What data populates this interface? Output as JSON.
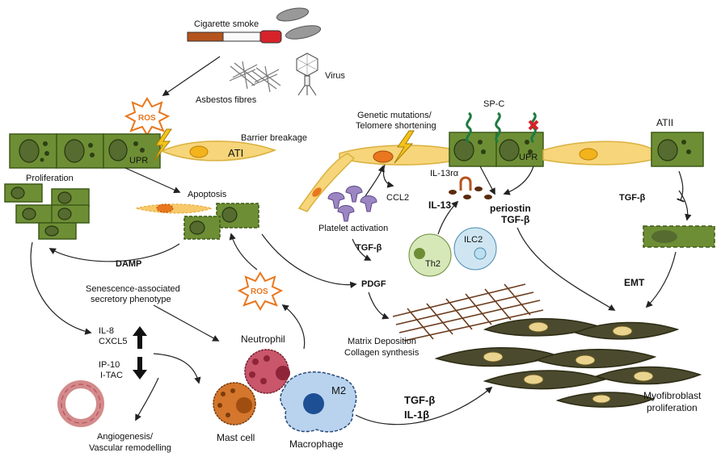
{
  "labels": {
    "cigarette_smoke": "Cigarette  smoke",
    "virus": "Virus",
    "asbestos": "Asbestos fibres",
    "ros_top": "ROS",
    "upr_left": "UPR",
    "barrier_breakage": "Barrier breakage",
    "ati": "ATI",
    "proliferation": "Proliferation",
    "apoptosis": "Apoptosis",
    "damp": "DAMP",
    "sasp_line1": "Senescence-associated",
    "sasp_line2": "secretory phenotype",
    "il8": "IL-8",
    "cxcl5": "CXCL5",
    "ip10": "IP-10",
    "itac": "I-TAC",
    "angio_line1": "Angiogenesis/",
    "angio_line2": "Vascular remodelling",
    "neutrophil": "Neutrophil",
    "ros_mid": "ROS",
    "mast_cell": "Mast cell",
    "macrophage": "Macrophage",
    "m2": "M2",
    "genetic_line1": "Genetic mutations/",
    "genetic_line2": "Telomere shortening",
    "spc": "SP-C",
    "upr_right": "UPR",
    "atii": "ATII",
    "il13ra": "IL-13rα",
    "ccl2": "CCL2",
    "il13": "IL-13",
    "periostin": "periostin",
    "tgfb_periostin": "TGF-β",
    "tgfb_atii": "TGF-β",
    "platelet_activation": "Platelet activation",
    "tgfb_platelet": "TGF-β",
    "th2": "Th2",
    "ilc2": "ILC2",
    "pdgf": "PDGF",
    "emt": "EMT",
    "matrix_line1": "Matrix Deposition",
    "matrix_line2": "Collagen synthesis",
    "tgfb_macrophage": "TGF-β",
    "il1b": "IL-1β",
    "myo_line1": "Myofibroblast",
    "myo_line2": "proliferation"
  },
  "colors": {
    "epithelial": "#6e8e35",
    "ati_cell": "#f7d57a",
    "ros": "#e8771e",
    "neutrophil": "#c9566a",
    "mast_cell": "#d4762c",
    "macrophage": "#b9d3ee",
    "myofibroblast": "#4b4a2e",
    "collagen": "#6b3d1e",
    "platelet": "#9c86c2",
    "th2": "#d6e8b8",
    "ilc2": "#cfe6f2",
    "spc_helix": "#1e7a42"
  }
}
